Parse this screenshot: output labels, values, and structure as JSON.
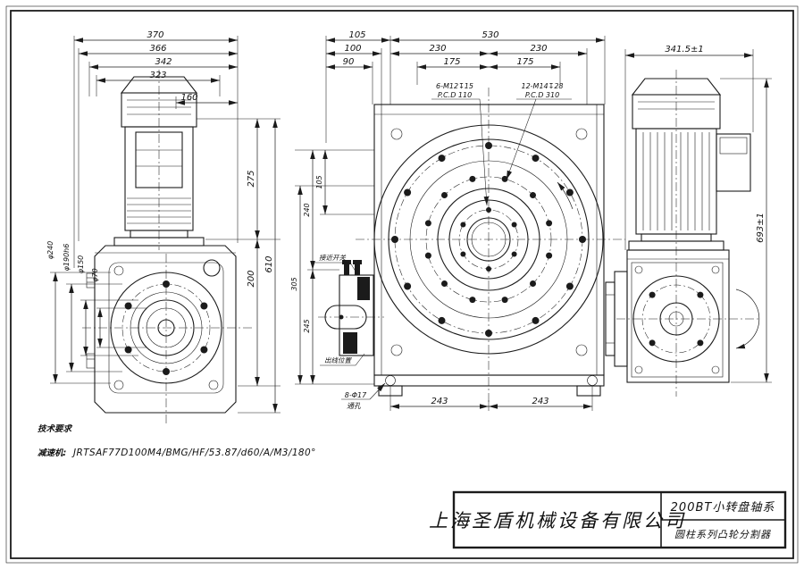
{
  "colors": {
    "line": "#1b1b1b",
    "background": "#ffffff"
  },
  "views": {
    "left": {
      "dims_top": [
        "370",
        "366",
        "342",
        "323",
        "160"
      ],
      "dim_275": "275",
      "dim_200": "200",
      "dim_610": "610",
      "dims_dia": [
        "φ240",
        "φ190h6",
        "φ150",
        "φ70"
      ]
    },
    "front": {
      "dims_top_left": [
        "105",
        "100",
        "90"
      ],
      "dim_overall": "530",
      "dims_230": [
        "230",
        "230"
      ],
      "dims_175": [
        "175",
        "175"
      ],
      "callout_inner": {
        "line1": "6-M12↧15",
        "line2": "P.C.D 110"
      },
      "callout_outer": {
        "line1": "12-M14↧28",
        "line2": "P.C.D 310"
      },
      "dims_left": [
        "105",
        "240",
        "245",
        "305"
      ],
      "dims_243": [
        "243",
        "243"
      ],
      "callout_holes": {
        "line1": "8-Φ17",
        "line2": "通孔"
      },
      "sensor_top_label": "接近开关",
      "sensor_bottom_label": "出线位置"
    },
    "right": {
      "dim_width": "341.5±1",
      "dim_height": "693±1"
    }
  },
  "notes": {
    "heading": "技术要求",
    "label": "减速机:",
    "value": "JRTSAF77D100M4/BMG/HF/53.87/d60/A/M3/180°"
  },
  "title_block": {
    "company": "上海圣盾机械设备有限公司",
    "product": "200BT小转盘轴系",
    "series": "圆柱系列凸轮分割器"
  }
}
